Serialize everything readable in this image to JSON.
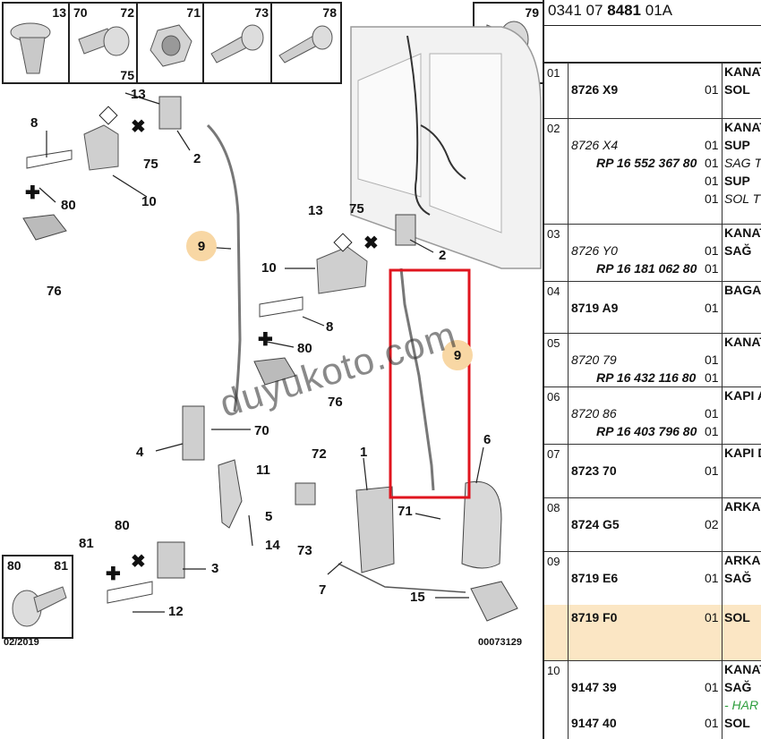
{
  "diagram": {
    "top_boxes": [
      {
        "labels": [
          "13"
        ]
      },
      {
        "labels": [
          "70",
          "72",
          "75"
        ]
      },
      {
        "labels": [
          "71"
        ]
      },
      {
        "labels": [
          "73"
        ]
      },
      {
        "labels": [
          "78"
        ]
      }
    ],
    "right_box": {
      "labels": [
        "79"
      ]
    },
    "bottom_left_box": {
      "labels": [
        "80",
        "81"
      ]
    },
    "callouts": [
      "13",
      "8",
      "75",
      "2",
      "10",
      "80",
      "76",
      "9",
      "13",
      "75",
      "10",
      "2",
      "8",
      "80",
      "76",
      "9",
      "4",
      "70",
      "72",
      "1",
      "6",
      "11",
      "5",
      "14",
      "80",
      "81",
      "3",
      "73",
      "71",
      "12",
      "7",
      "15"
    ],
    "footer_date": "02/2019",
    "footer_code": "00073129",
    "watermark": "duyukoto.com",
    "colors": {
      "highlight": "#f8d7a4",
      "box_red": "#e0141e"
    }
  },
  "table": {
    "ref": {
      "part1": "0341 07 ",
      "bold": "8481",
      "part2": " 01A"
    },
    "rows": [
      {
        "idx": "01",
        "lines": [
          {
            "pn": "8726 X9",
            "qty": "01",
            "desc": "SOL"
          }
        ],
        "head_desc": "KANAT"
      },
      {
        "idx": "02",
        "head_desc": "KANAT",
        "lines": [
          {
            "pn_it": "8726 X4",
            "qty": "01",
            "desc": "SUP"
          },
          {
            "rp": "RP 16 552 367 80",
            "qty": "01",
            "desc_it": "SAG T"
          },
          {
            "qty": "01",
            "desc": "SUP"
          },
          {
            "qty": "01",
            "desc_it": "SOL T"
          }
        ]
      },
      {
        "idx": "03",
        "head_desc": "KANAT",
        "lines": [
          {
            "pn_it": "8726 Y0",
            "qty": "01",
            "desc": "SAĞ"
          },
          {
            "rp": "RP 16 181 062 80",
            "qty": "01"
          }
        ]
      },
      {
        "idx": "04",
        "head_desc": "BAGA",
        "lines": [
          {
            "pn": "8719 A9",
            "qty": "01"
          }
        ]
      },
      {
        "idx": "05",
        "head_desc": "KANAT",
        "lines": [
          {
            "pn_it": "8720 79",
            "qty": "01"
          },
          {
            "rp": "RP 16 432 116 80",
            "qty": "01"
          }
        ]
      },
      {
        "idx": "06",
        "head_desc": "KAPI A",
        "lines": [
          {
            "pn_it": "8720 86",
            "qty": "01"
          },
          {
            "rp": "RP 16 403 796 80",
            "qty": "01"
          }
        ]
      },
      {
        "idx": "07",
        "head_desc": "KAPI D",
        "lines": [
          {
            "pn": "8723 70",
            "qty": "01"
          }
        ]
      },
      {
        "idx": "08",
        "head_desc": "ARKA",
        "lines": [
          {
            "pn": "8724 G5",
            "qty": "02"
          }
        ]
      },
      {
        "idx": "09",
        "head_desc": "ARKA",
        "lines": [
          {
            "pn": "8719 E6",
            "qty": "01",
            "desc": "SAĞ"
          }
        ]
      },
      {
        "idx": "",
        "lines": [
          {
            "pn": "8719 F0",
            "qty": "01",
            "desc": "SOL"
          }
        ],
        "highlight": true
      },
      {
        "idx": "10",
        "head_desc": "KANAT",
        "lines": [
          {
            "pn": "9147 39",
            "qty": "01",
            "desc": "SAĞ"
          },
          {
            "green": "- HAR"
          },
          {
            "pn": "9147 40",
            "qty": "01",
            "desc": "SOL"
          }
        ]
      }
    ]
  }
}
